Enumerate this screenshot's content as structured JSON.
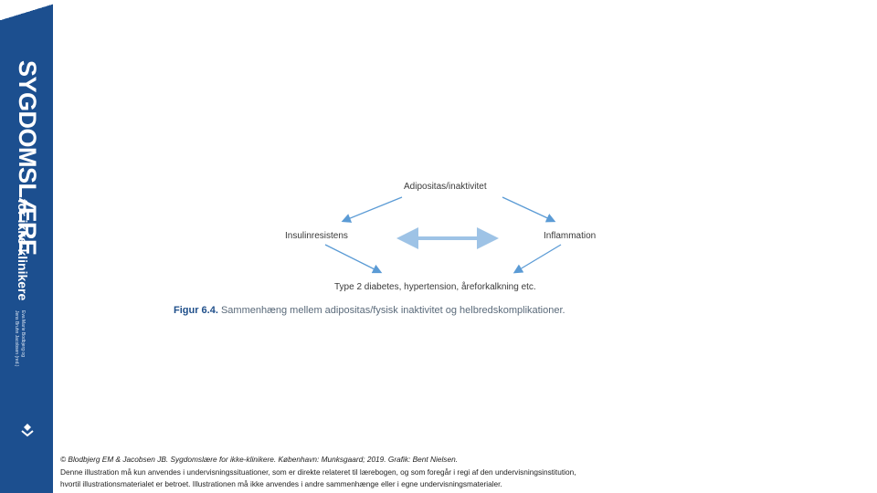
{
  "sidebar": {
    "title": "SYGDOMSLÆRE",
    "subtitle": "for ikke-klinikere",
    "authors": [
      "Eva Marie Bodbjerg og",
      "Jens Bruhn Jacobsen (red.)"
    ],
    "logo_icon": "publisher-logo-icon",
    "colors": {
      "background": "#1c4f8f",
      "text": "#ffffff"
    }
  },
  "diagram": {
    "nodes": {
      "top": "Adipositas/inaktivitet",
      "left": "Insulinresistens",
      "right": "Inflammation",
      "bottom": "Type 2 diabetes, hypertension, åreforkalkning etc."
    },
    "arrow_color": "#5b9bd5",
    "double_arrow_color": "#9ec3e6"
  },
  "caption": {
    "label": "Figur 6.4.",
    "text": "Sammenhæng mellem adipositas/fysisk inaktivitet og helbredskomplikationer."
  },
  "credit": {
    "source": "© Blodbjerg EM & Jacobsen JB. Sygdomslære for ikke-klinikere. København: Munksgaard; 2019. Grafik: Bent Nielsen.",
    "line2": "Denne illustration må kun anvendes i undervisningssituationer, som er direkte relateret til lærebogen, og som foregår i regi af den undervisningsinstitution,",
    "line3": "hvortil illustrationsmaterialet er betroet. Illustrationen må ikke anvendes i andre sammenhænge eller i egne undervisningsmaterialer."
  }
}
